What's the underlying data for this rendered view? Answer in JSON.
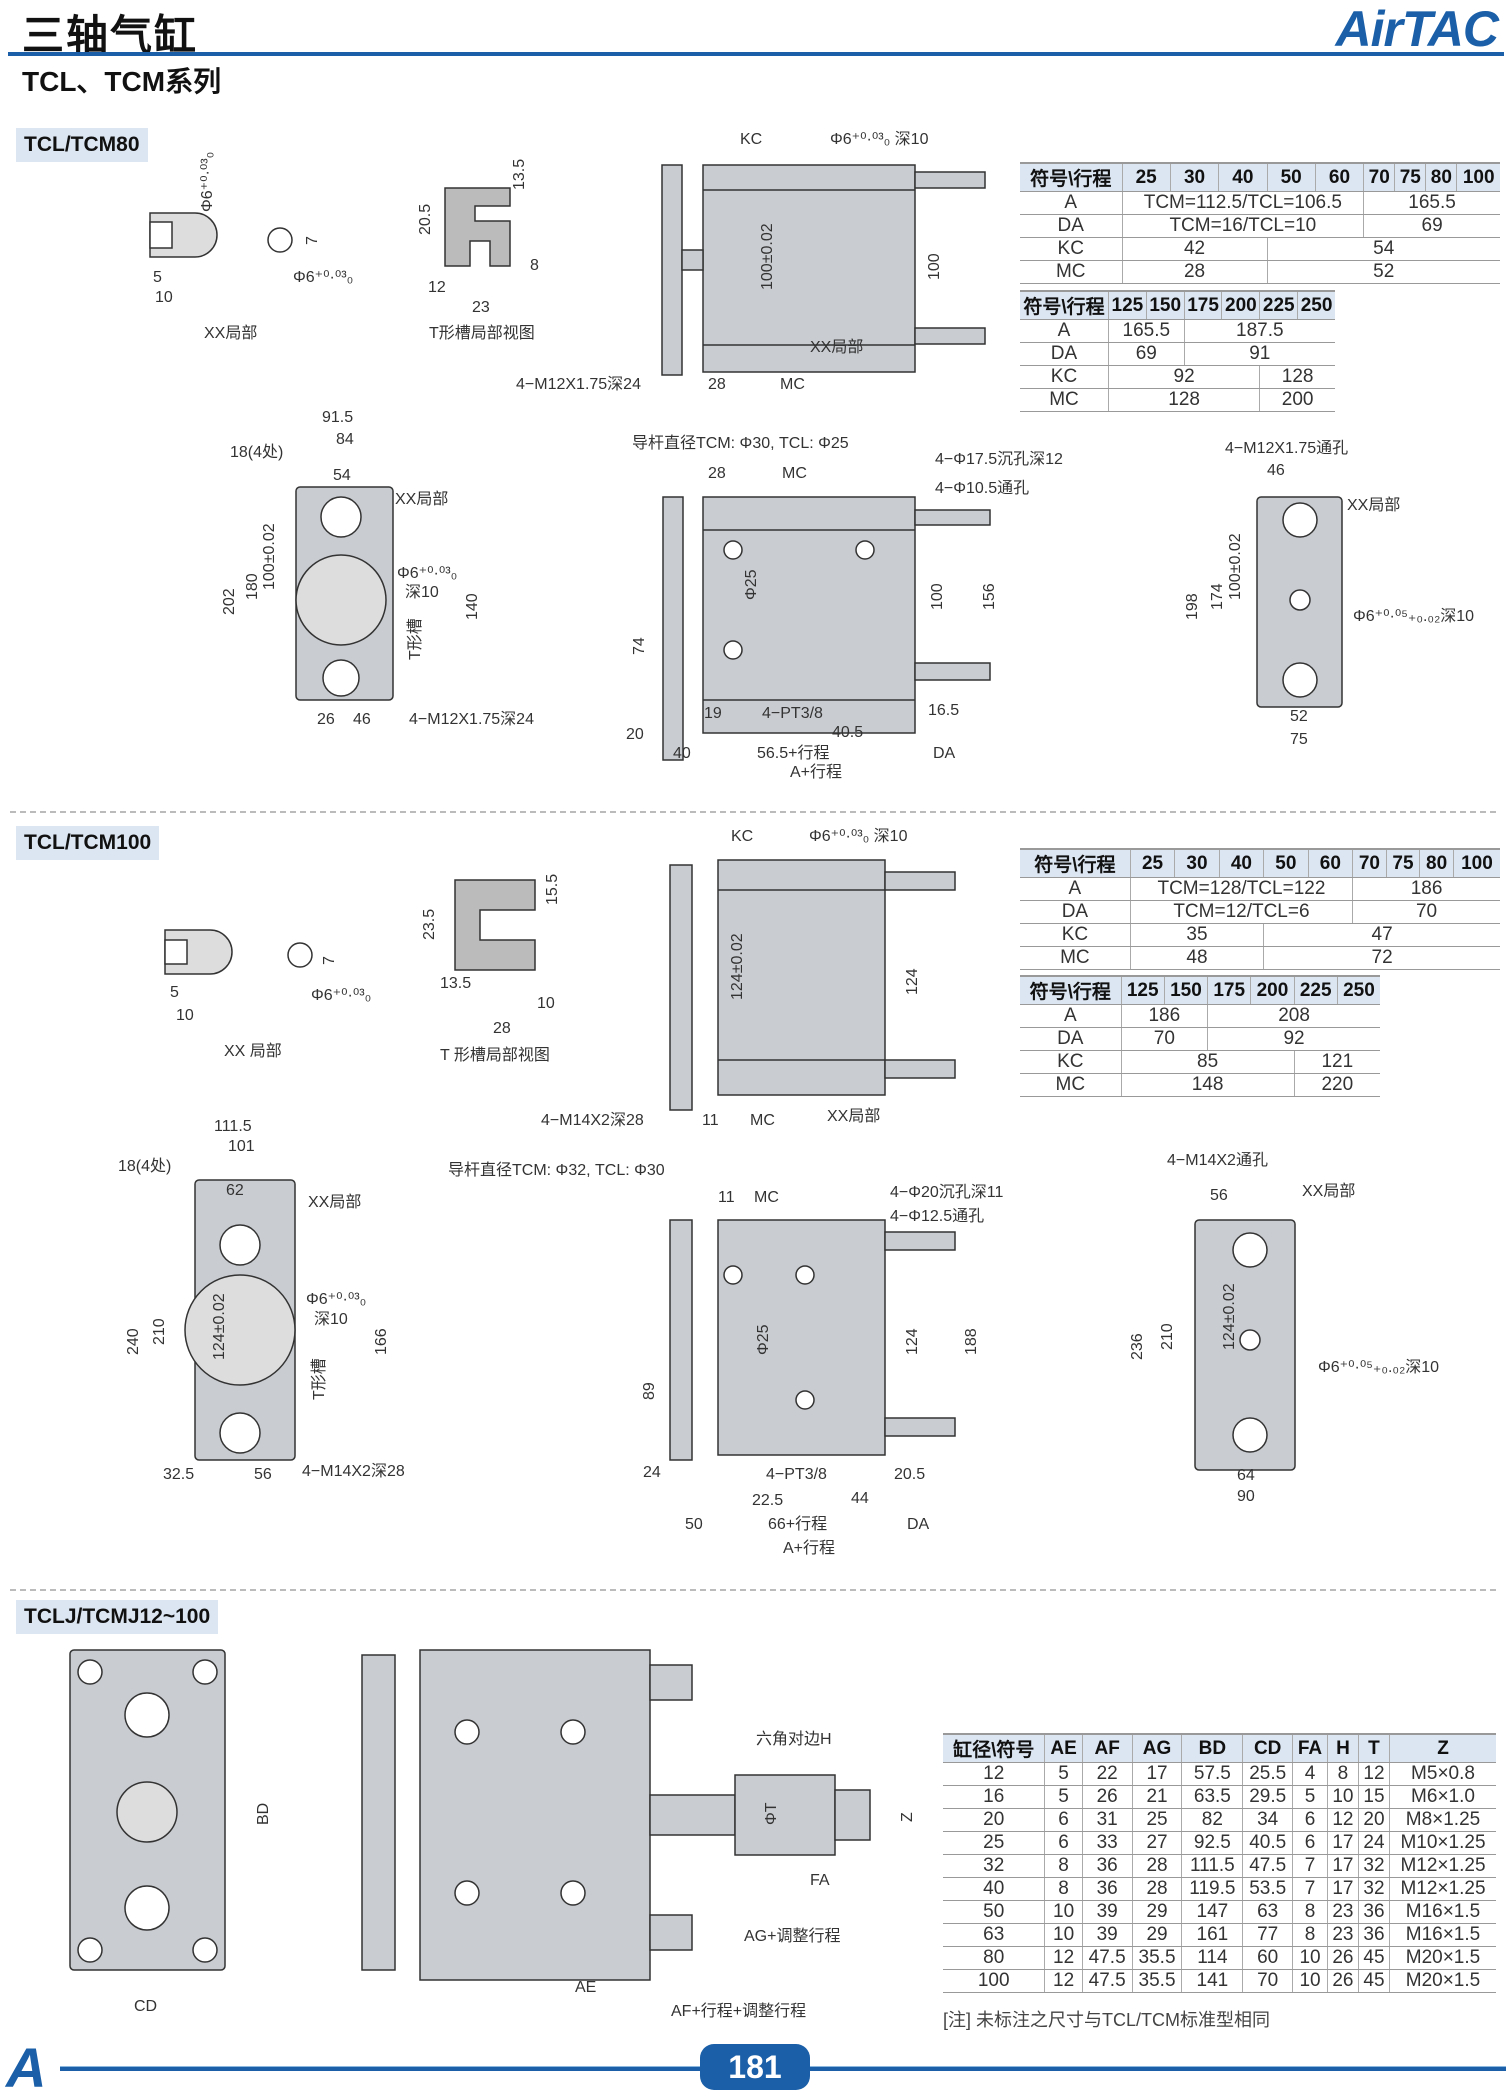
{
  "header": {
    "title": "三轴气缸",
    "logo": "AirTAC",
    "series": "TCL、TCM系列"
  },
  "sections": {
    "s80": {
      "label": "TCL/TCM80",
      "table1": {
        "header": [
          "符号\\行程",
          "25",
          "30",
          "40",
          "50",
          "60",
          "70",
          "75",
          "80",
          "100"
        ],
        "rows": [
          [
            "A",
            "TCM=112.5/TCL=106.5",
            "165.5"
          ],
          [
            "DA",
            "TCM=16/TCL=10",
            "69"
          ],
          [
            "KC",
            "42",
            "54"
          ],
          [
            "MC",
            "28",
            "52"
          ]
        ]
      },
      "table2": {
        "header": [
          "符号\\行程",
          "125",
          "150",
          "175",
          "200",
          "225",
          "250"
        ],
        "rows": [
          [
            "A",
            "165.5",
            "187.5"
          ],
          [
            "DA",
            "69",
            "91"
          ],
          [
            "KC",
            "92",
            "128"
          ],
          [
            "MC",
            "128",
            "200"
          ]
        ]
      },
      "labels": [
        "XX局部",
        "T形槽局部视图",
        "Φ6⁺⁰·⁰³₀",
        "5",
        "10",
        "7",
        "Φ6⁺⁰·⁰³₀",
        "20.5",
        "13.5",
        "12",
        "23",
        "8",
        "KC",
        "Φ6⁺⁰·⁰³₀ 深10",
        "100±0.02",
        "100",
        "XX局部",
        "4−M12X1.75深24",
        "28",
        "MC",
        "91.5",
        "84",
        "18(4处)",
        "54",
        "XX局部",
        "202",
        "180",
        "100±0.02",
        "Φ6⁺⁰·⁰³₀",
        "深10",
        "T形槽",
        "140",
        "26",
        "46",
        "4−M12X1.75深24",
        "导杆直径TCM: Φ30, TCL: Φ25",
        "28",
        "MC",
        "4−Φ17.5沉孔深12",
        "4−Φ10.5通孔",
        "Φ25",
        "100",
        "156",
        "74",
        "19",
        "4−PT3/8",
        "16.5",
        "40.5",
        "20",
        "40",
        "56.5+行程",
        "DA",
        "A+行程",
        "4−M12X1.75通孔",
        "46",
        "XX局部",
        "198",
        "174",
        "100±0.02",
        "Φ6⁺⁰·⁰⁵₊₀.₀₂深10",
        "52",
        "75"
      ]
    },
    "s100": {
      "label": "TCL/TCM100",
      "table1": {
        "header": [
          "符号\\行程",
          "25",
          "30",
          "40",
          "50",
          "60",
          "70",
          "75",
          "80",
          "100"
        ],
        "rows": [
          [
            "A",
            "TCM=128/TCL=122",
            "186"
          ],
          [
            "DA",
            "TCM=12/TCL=6",
            "70"
          ],
          [
            "KC",
            "35",
            "47"
          ],
          [
            "MC",
            "48",
            "72"
          ]
        ]
      },
      "table2": {
        "header": [
          "符号\\行程",
          "125",
          "150",
          "175",
          "200",
          "225",
          "250"
        ],
        "rows": [
          [
            "A",
            "186",
            "208"
          ],
          [
            "DA",
            "70",
            "92"
          ],
          [
            "KC",
            "85",
            "121"
          ],
          [
            "MC",
            "148",
            "220"
          ]
        ]
      },
      "labels": [
        "XX 局部",
        "T 形槽局部视图",
        "5",
        "10",
        "Φ6⁺⁰·⁰³₀",
        "7",
        "23.5",
        "15.5",
        "13.5",
        "10",
        "28",
        "KC",
        "Φ6⁺⁰·⁰³₀ 深10",
        "124±0.02",
        "124",
        "4−M14X2深28",
        "11",
        "MC",
        "XX局部",
        "111.5",
        "101",
        "18(4处)",
        "62",
        "XX局部",
        "240",
        "210",
        "124±0.02",
        "Φ6⁺⁰·⁰³₀",
        "深10",
        "T形槽",
        "166",
        "32.5",
        "56",
        "4−M14X2深28",
        "导杆直径TCM: Φ32, TCL: Φ30",
        "11",
        "MC",
        "4−Φ20沉孔深11",
        "4−Φ12.5通孔",
        "Φ25",
        "124",
        "188",
        "89",
        "24",
        "4−PT3/8",
        "20.5",
        "22.5",
        "44",
        "50",
        "66+行程",
        "DA",
        "A+行程",
        "4−M14X2通孔",
        "56",
        "XX局部",
        "236",
        "210",
        "124±0.02",
        "Φ6⁺⁰·⁰⁵₊₀.₀₂深10",
        "64",
        "90"
      ]
    },
    "sj": {
      "label": "TCLJ/TCMJ12~100",
      "table": {
        "header": [
          "缸径\\符号",
          "AE",
          "AF",
          "AG",
          "BD",
          "CD",
          "FA",
          "H",
          "T",
          "Z"
        ],
        "rows": [
          [
            "12",
            "5",
            "22",
            "17",
            "57.5",
            "25.5",
            "4",
            "8",
            "12",
            "M5×0.8"
          ],
          [
            "16",
            "5",
            "26",
            "21",
            "63.5",
            "29.5",
            "5",
            "10",
            "15",
            "M6×1.0"
          ],
          [
            "20",
            "6",
            "31",
            "25",
            "82",
            "34",
            "6",
            "12",
            "20",
            "M8×1.25"
          ],
          [
            "25",
            "6",
            "33",
            "27",
            "92.5",
            "40.5",
            "6",
            "17",
            "24",
            "M10×1.25"
          ],
          [
            "32",
            "8",
            "36",
            "28",
            "111.5",
            "47.5",
            "7",
            "17",
            "32",
            "M12×1.25"
          ],
          [
            "40",
            "8",
            "36",
            "28",
            "119.5",
            "53.5",
            "7",
            "17",
            "32",
            "M12×1.25"
          ],
          [
            "50",
            "10",
            "39",
            "29",
            "147",
            "63",
            "8",
            "23",
            "36",
            "M16×1.5"
          ],
          [
            "63",
            "10",
            "39",
            "29",
            "161",
            "77",
            "8",
            "23",
            "36",
            "M16×1.5"
          ],
          [
            "80",
            "12",
            "47.5",
            "35.5",
            "114",
            "60",
            "10",
            "26",
            "45",
            "M20×1.5"
          ],
          [
            "100",
            "12",
            "47.5",
            "35.5",
            "141",
            "70",
            "10",
            "26",
            "45",
            "M20×1.5"
          ]
        ]
      },
      "note": "[注] 未标注之尺寸与TCL/TCM标准型相同",
      "labels": [
        "BD",
        "CD",
        "六角对边H",
        "ΦT",
        "Z",
        "FA",
        "AG+调整行程",
        "AE",
        "AF+行程+调整行程"
      ]
    }
  },
  "footer": {
    "page": "181",
    "logo_mark": "A"
  }
}
